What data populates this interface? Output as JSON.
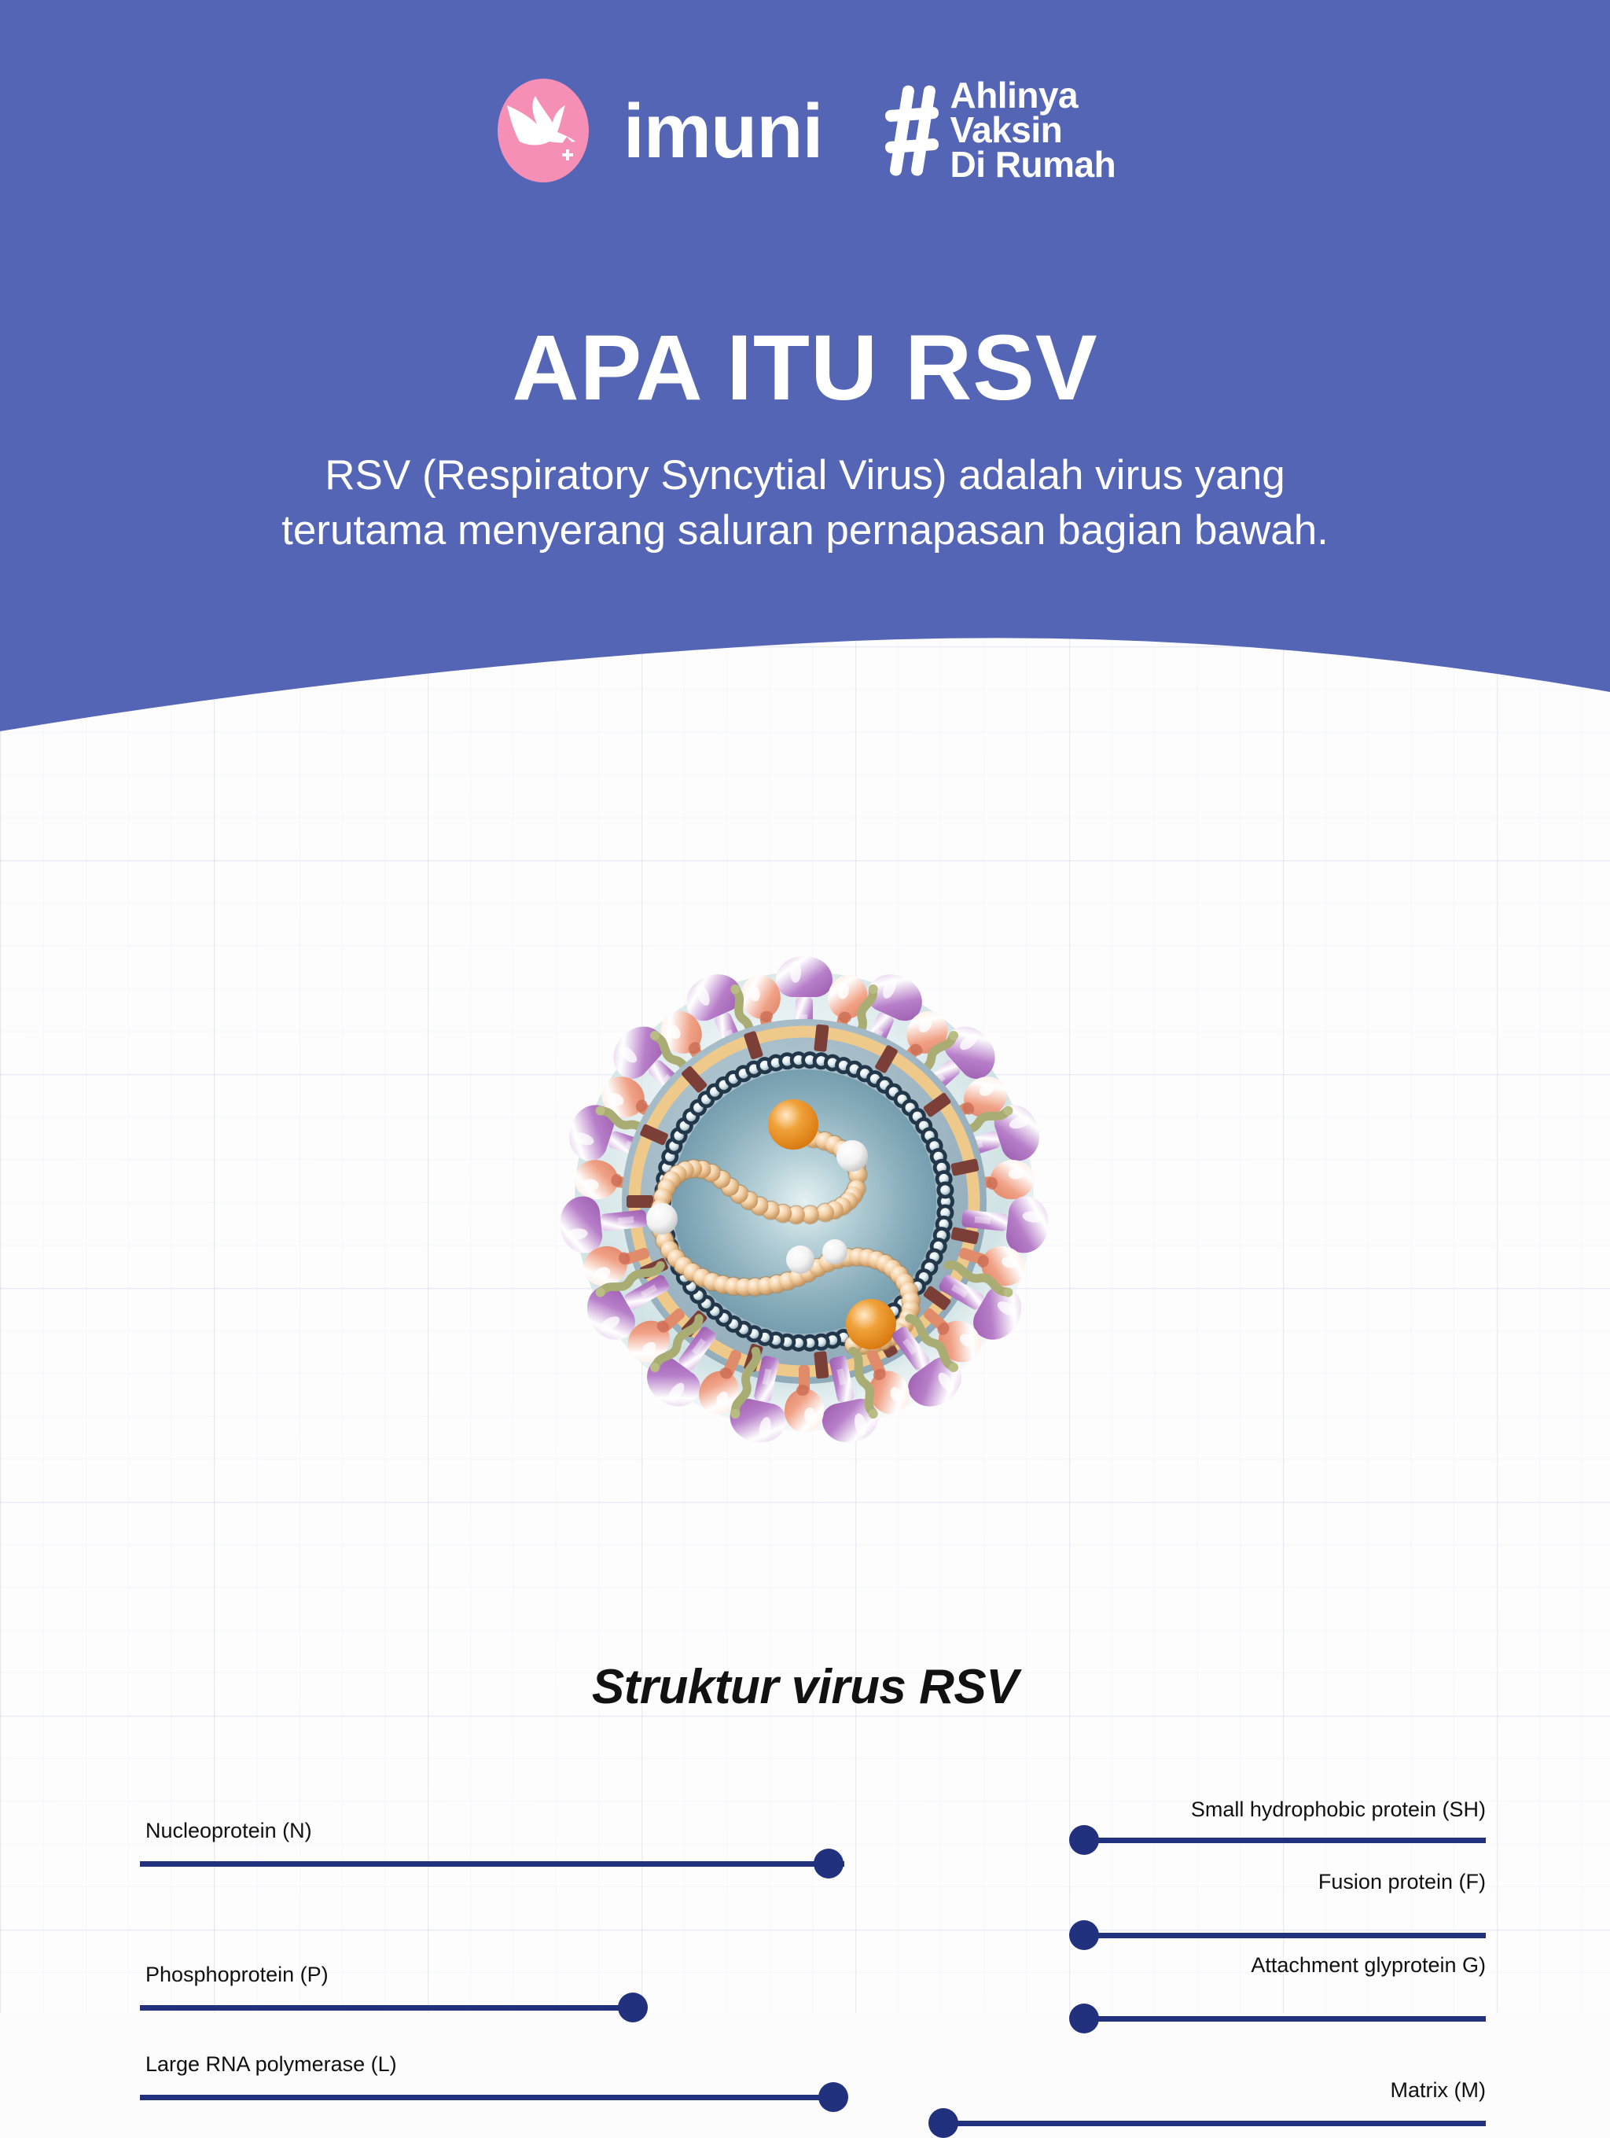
{
  "brand": {
    "logo_icon": "stork-bird-droplet-icon",
    "wordmark": "imuni",
    "hash_icon": "hashtag-icon",
    "tagline_lines": [
      "Ahlinya",
      "Vaksin",
      "Di Rumah"
    ],
    "logo_circle_color": "#F58FB6",
    "logo_bird_color": "#FFFFFF"
  },
  "header": {
    "title": "APA ITU RSV",
    "subtitle_lines": [
      "RSV (Respiratory Syncytial Virus) adalah virus yang",
      "terutama menyerang saluran pernapasan bagian bawah."
    ],
    "background_color": "#5465B6",
    "text_color": "#FFFFFF"
  },
  "diagram": {
    "caption": "Struktur virus RSV",
    "leader_color": "#22317D",
    "labels_left": [
      {
        "text": "Nucleoprotein (N)",
        "name": "label-nucleoprotein"
      },
      {
        "text": "Phosphoprotein (P)",
        "name": "label-phosphoprotein"
      },
      {
        "text": "Large RNA polymerase (L)",
        "name": "label-large-rna-polymerase"
      }
    ],
    "labels_right": [
      {
        "text": "Small hydrophobic protein (SH)",
        "name": "label-small-hydrophobic-protein"
      },
      {
        "text": "Fusion protein (F)",
        "name": "label-fusion-protein"
      },
      {
        "text": "Attachment glyprotein G)",
        "name": "label-attachment-glycoprotein"
      },
      {
        "text": "Matrix (M)",
        "name": "label-matrix"
      }
    ],
    "structure_colors": {
      "halo": "#dfeaea",
      "envelope_interior": "#9fb8c4",
      "membrane_ring": "#eec98a",
      "matrix_ring": "#2d4051",
      "core": "#7ea3b3",
      "f_protein": "#b07cc0",
      "g_protein": "#f0a285",
      "sh_protein": "#a8ab70",
      "m_anchor": "#7c3f38",
      "rna_bead": "#f3cfa6",
      "n_sphere": "#e8861f",
      "p_sphere": "#ffffff"
    }
  }
}
